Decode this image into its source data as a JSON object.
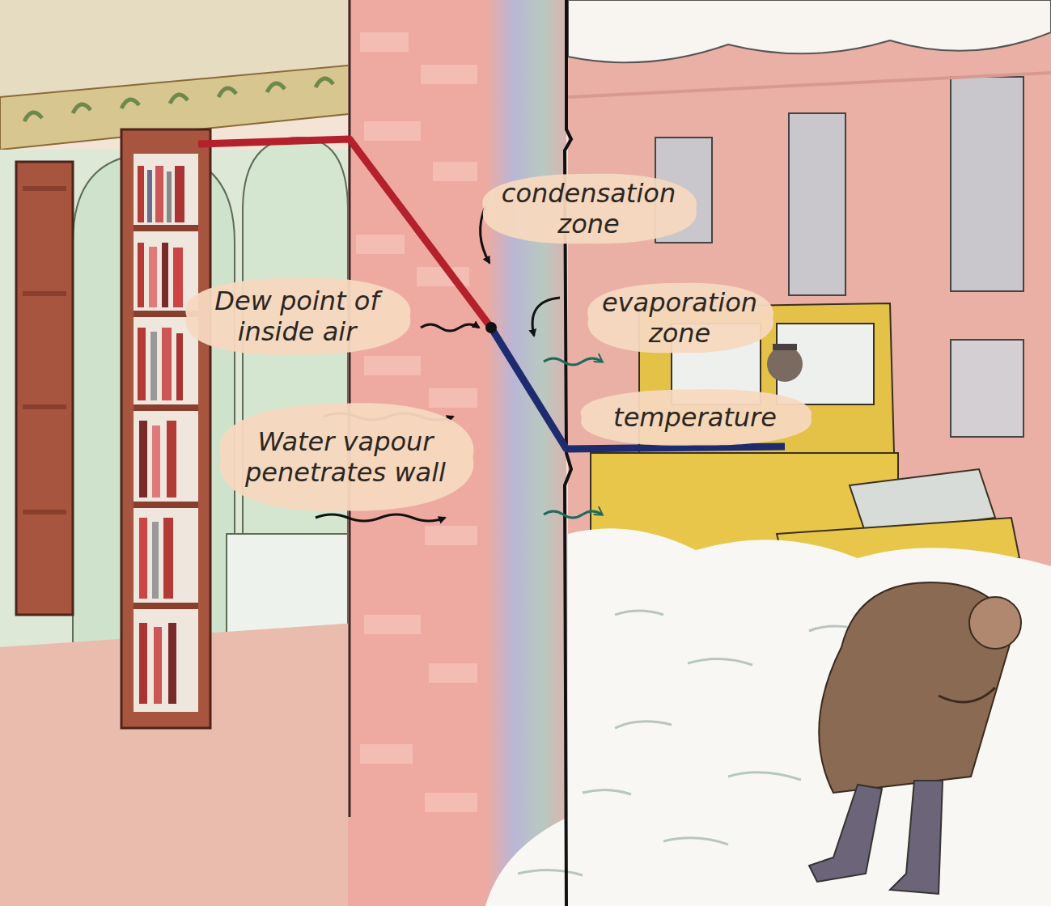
{
  "diagram": {
    "nodes": [
      {
        "text": [
          "condensation zone"
        ]
      },
      {
        "text": [
          "Dew point of inside air"
        ]
      },
      {
        "text": [
          "evaporation zone"
        ]
      },
      {
        "text": [
          "Water vapour penetrates wall"
        ]
      },
      {
        "text": [
          "temperature"
        ]
      }
    ]
  }
}
